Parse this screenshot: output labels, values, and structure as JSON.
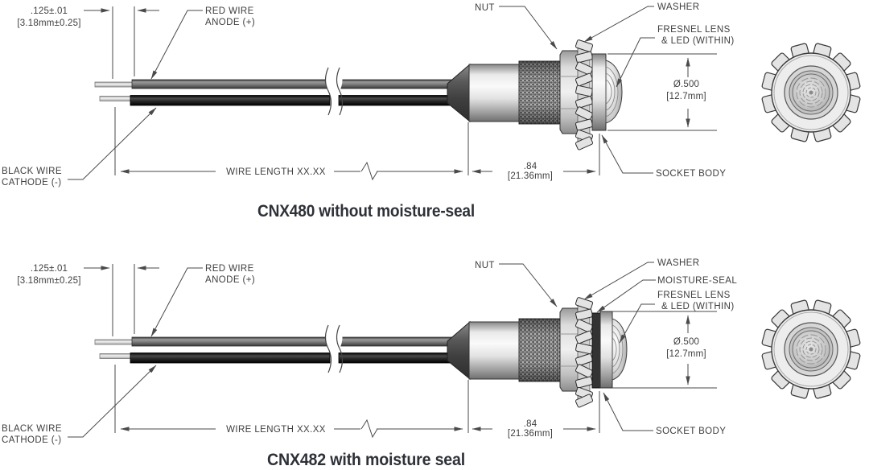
{
  "document": {
    "type": "technical-drawing",
    "product_family": "LED panel mount indicator",
    "colors": {
      "line": "#4a4a4a",
      "label_text": "#3e3e3e",
      "title_text": "#2e3138",
      "background": "#ffffff"
    }
  },
  "diagram1": {
    "title": "CNX480 without moisture-seal",
    "labels": {
      "lead_dim_in": ".125±.01",
      "lead_dim_mm": "[3.18mm±0.25]",
      "red_wire_1": "RED WIRE",
      "red_wire_2": "ANODE (+)",
      "nut": "NUT",
      "washer": "WASHER",
      "fresnel_1": "FRESNEL LENS",
      "fresnel_2": "& LED (WITHIN)",
      "dia_in": "Ø.500",
      "dia_mm": "[12.7mm]",
      "black_wire_1": "BLACK WIRE",
      "black_wire_2": "CATHODE (-)",
      "wire_length": "WIRE LENGTH XX.XX",
      "len_in": ".84",
      "len_mm": "[21.36mm]",
      "socket_body": "SOCKET BODY"
    }
  },
  "diagram2": {
    "title": "CNX482 with moisture seal",
    "labels": {
      "lead_dim_in": ".125±.01",
      "lead_dim_mm": "[3.18mm±0.25]",
      "red_wire_1": "RED WIRE",
      "red_wire_2": "ANODE (+)",
      "nut": "NUT",
      "washer": "WASHER",
      "moisture_seal": "MOISTURE-SEAL",
      "fresnel_1": "FRESNEL LENS",
      "fresnel_2": "& LED (WITHIN)",
      "dia_in": "Ø.500",
      "dia_mm": "[12.7mm]",
      "black_wire_1": "BLACK WIRE",
      "black_wire_2": "CATHODE (-)",
      "wire_length": "WIRE LENGTH XX.XX",
      "len_in": ".84",
      "len_mm": "[21.36mm]",
      "socket_body": "SOCKET BODY"
    }
  }
}
